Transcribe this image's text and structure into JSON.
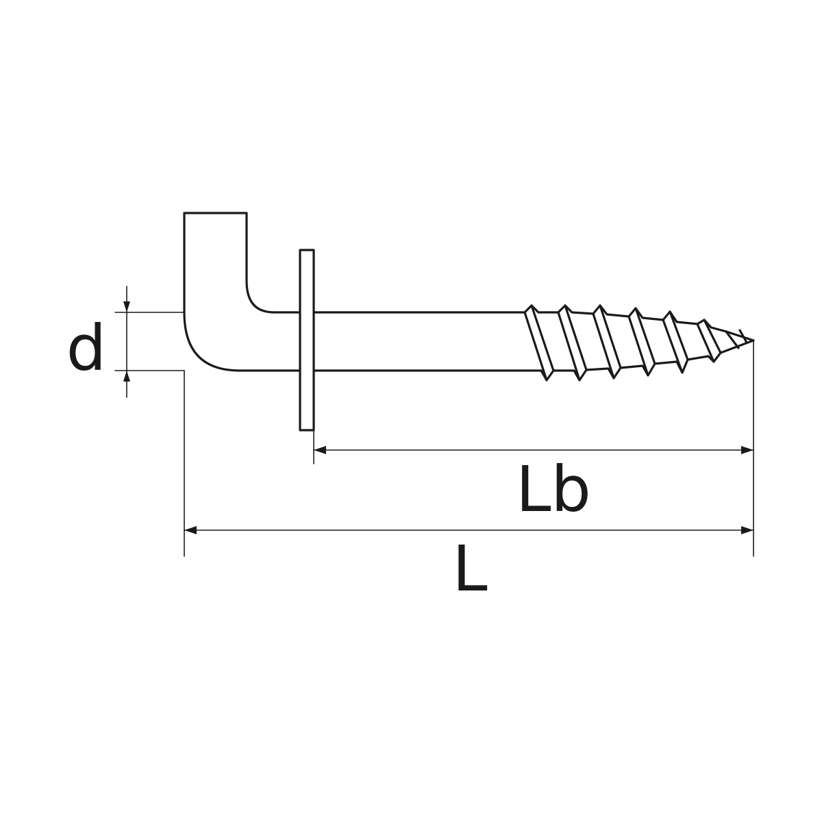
{
  "diagram": {
    "labels": {
      "diameter": "d",
      "thread_length": "Lb",
      "total_length": "L"
    },
    "colors": {
      "line": "#1a1a1a",
      "background": "#ffffff"
    }
  }
}
